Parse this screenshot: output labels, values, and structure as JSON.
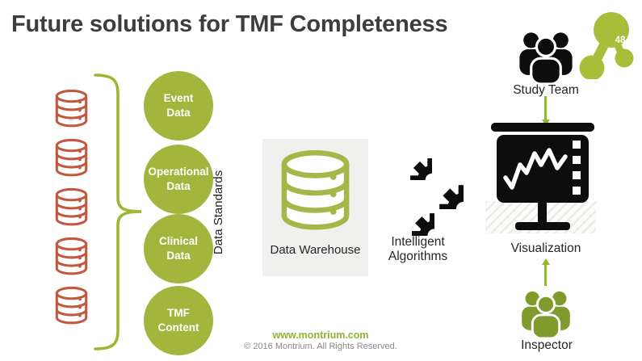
{
  "slide": {
    "title": "Future solutions for TMF Completeness",
    "slide_number": "48"
  },
  "left_panel": {
    "bracket_label": "Data Standards",
    "data_circles": [
      {
        "line1": "Event",
        "line2": "Data"
      },
      {
        "line1": "Operational",
        "line2": "Data"
      },
      {
        "line1": "Clinical",
        "line2": "Data"
      },
      {
        "line1": "TMF",
        "line2": "Content"
      }
    ]
  },
  "center": {
    "warehouse_label": "Data Warehouse",
    "algorithms_line1": "Intelligent",
    "algorithms_line2": "Algorithms"
  },
  "right_panel": {
    "study_team_label": "Study Team",
    "visualization_label": "Visualization",
    "inspector_label": "Inspector"
  },
  "footer": {
    "url": "www.montrium.com",
    "copyright": "© 2016 Montrium. All Rights Reserved."
  },
  "colors": {
    "brand_green": "#a3b53c",
    "inspector_green": "#7f9b2e",
    "arrow_green": "#8fbb2b",
    "database_red": "#c4583f",
    "title_gray": "#3d3d3d",
    "icon_black": "#0d0d0d"
  },
  "icons": {
    "molecule": "molecule-icon",
    "database": "database-icon",
    "warehouse": "data-warehouse-icon",
    "gears": "gears-icon",
    "people_group": "people-group-icon",
    "presentation_screen": "presentation-screen-icon",
    "brace": "curly-brace-icon",
    "arrow": "arrow-icon"
  }
}
